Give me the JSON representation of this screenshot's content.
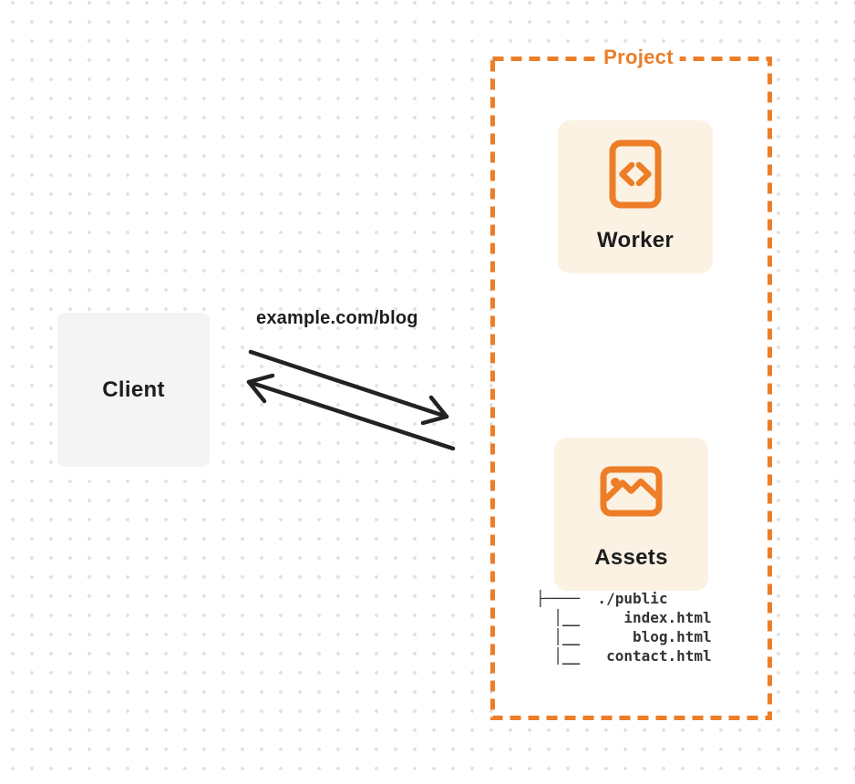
{
  "client": {
    "label": "Client"
  },
  "request": {
    "label": "example.com/blog"
  },
  "project": {
    "title": "Project",
    "worker": {
      "label": "Worker",
      "icon": "code-document-icon"
    },
    "assets": {
      "label": "Assets",
      "icon": "image-icon"
    },
    "file_tree": {
      "root": "./public",
      "files": [
        "index.html",
        "blog.html",
        "contact.html"
      ],
      "text": "├────  ./public\n  │__     index.html\n  │__      blog.html\n  │__   contact.html"
    }
  },
  "colors": {
    "orange": "#ED7D27",
    "card_bg": "#FCF2E3",
    "client_bg": "#F4F4F5",
    "text_dark": "#1D1D1E",
    "tree_text": "#333333",
    "arrow_dark": "#222222",
    "dot_gray": "#E1E1E1"
  }
}
